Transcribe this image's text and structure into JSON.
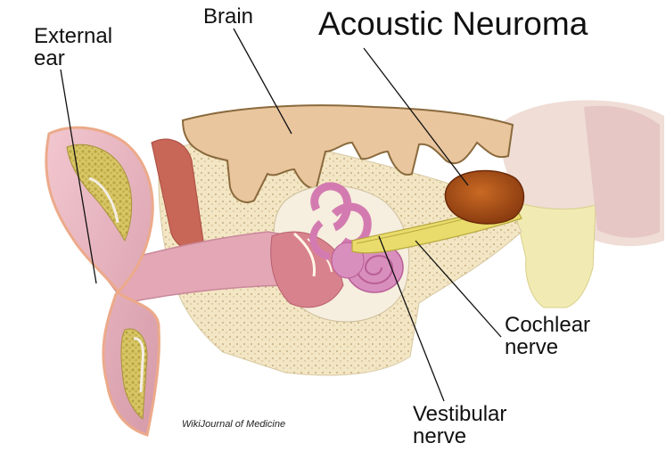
{
  "title": "Acoustic Neuroma",
  "labels": {
    "brain": "Brain",
    "external_ear_line1": "External",
    "external_ear_line2": "ear",
    "cochlear_nerve_line1": "Cochlear",
    "cochlear_nerve_line2": "nerve",
    "vestibular_nerve_line1": "Vestibular",
    "vestibular_nerve_line2": "nerve"
  },
  "credit": "WikiJournal of Medicine",
  "colors": {
    "skin": "#e6b3bf",
    "skin_outline": "#ecaa8a",
    "cartilage": "#c9b55a",
    "bone": "#f3e6c4",
    "brain": "#e9c69e",
    "brain_outline": "#8a6a3c",
    "tumor": "#b5571a",
    "nerve": "#eadc6c",
    "inner_ear": "#d37bb0",
    "muscle": "#c86658",
    "brainstem": "#ecd7cf"
  }
}
